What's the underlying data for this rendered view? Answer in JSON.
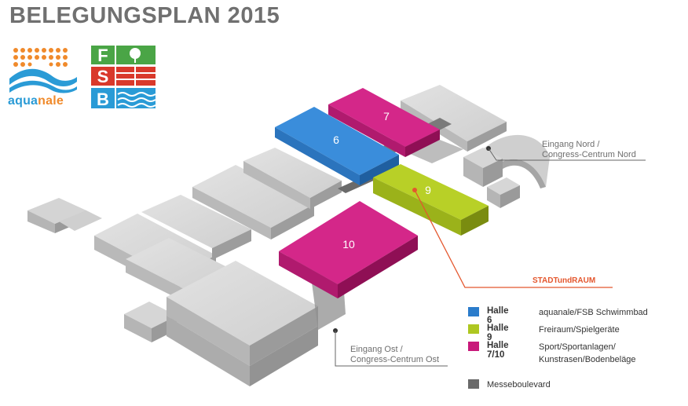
{
  "title": "BELEGUNGSPLAN 2015",
  "logos": {
    "aquanale": {
      "text_a": "aqua",
      "text_b": "nale"
    },
    "fsb": {
      "letters": [
        "F",
        "S",
        "B"
      ]
    }
  },
  "halls": [
    {
      "id": "6",
      "label": "6",
      "color": "#2b7ccb"
    },
    {
      "id": "7",
      "label": "7",
      "color": "#c8197a"
    },
    {
      "id": "9",
      "label": "9",
      "color": "#aec721"
    },
    {
      "id": "10",
      "label": "10",
      "color": "#c8197a"
    }
  ],
  "callouts": {
    "nord": {
      "line1": "Eingang Nord /",
      "line2": "Congress-Centrum Nord"
    },
    "ost": {
      "line1": "Eingang Ost /",
      "line2": "Congress-Centrum Ost"
    },
    "stadt": "STADTundRAUM"
  },
  "legend": [
    {
      "hall": "Halle 6",
      "desc": "aquanale/FSB Schwimmbad",
      "color": "#2b7ccb"
    },
    {
      "hall": "Halle 9",
      "desc": "Freiraum/Spielgeräte",
      "color": "#aec721"
    },
    {
      "hall": "Halle 7/10",
      "desc": "Sport/Sportanlagen/ Kunstrasen/Bodenbeläge",
      "color": "#c8197a"
    },
    {
      "hall": "",
      "desc": "Messeboulevard",
      "color": "#6a6a6a"
    }
  ],
  "colors": {
    "accent_orange": "#e4572e",
    "building_grey": "#c9c9c9"
  }
}
